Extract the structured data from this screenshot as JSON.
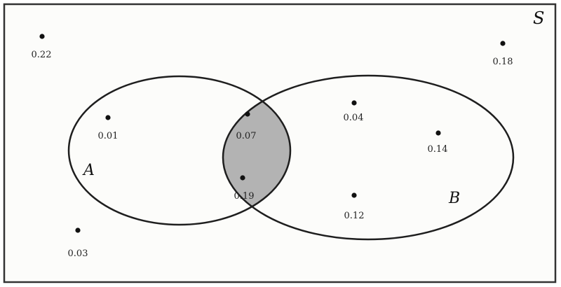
{
  "diagram": {
    "sample_space_label": "S",
    "set_a_label": "A",
    "set_b_label": "B",
    "colors": {
      "background": "#fcfcfa",
      "border": "#333333",
      "ellipse_stroke": "#1e1e1e",
      "intersection_fill": "#b3b3b3",
      "point": "#111111"
    },
    "points": [
      {
        "id": "outside-top-left",
        "label": "0.22"
      },
      {
        "id": "outside-top-right",
        "label": "0.18"
      },
      {
        "id": "outside-bottom-left",
        "label": "0.03"
      },
      {
        "id": "a-only",
        "label": "0.01"
      },
      {
        "id": "intersection-top",
        "label": "0.07"
      },
      {
        "id": "intersection-bottom",
        "label": "0.19"
      },
      {
        "id": "b-only-top",
        "label": "0.04"
      },
      {
        "id": "b-only-right",
        "label": "0.14"
      },
      {
        "id": "b-only-bottom",
        "label": "0.12"
      }
    ]
  }
}
